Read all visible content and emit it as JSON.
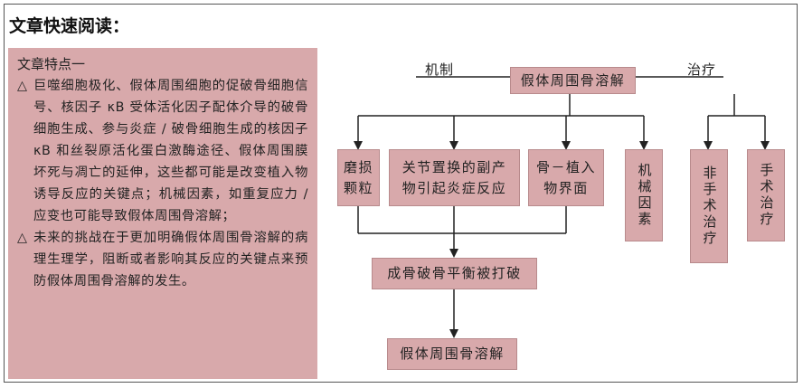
{
  "header": {
    "title": "文章快速阅读："
  },
  "side_panel": {
    "title": "文章特点一",
    "bullet_symbol": "△",
    "points": [
      "巨噬细胞极化、假体周围细胞的促破骨细胞信号、核因子 κB 受体活化因子配体介导的破骨细胞生成、参与炎症 / 破骨细胞生成的核因子 κB 和丝裂原活化蛋白激酶途径、假体周围膜坏死与凋亡的延伸，这些都可能是改变植入物诱导反应的关键点；机械因素，如重复应力 / 应变也可能导致假体周围骨溶解；",
      "未来的挑战在于更加明确假体周围骨溶解的病理生理学，阻断或者影响其反应的关键点来预防假体周围骨溶解的发生。"
    ]
  },
  "diagram": {
    "label_mechanism": "机制",
    "label_treatment": "治疗",
    "top_node": "假体周围骨溶解",
    "mechanism_nodes": [
      "磨损颗粒",
      "关节置换的副产物引起炎症反应",
      "骨－植入物界面",
      "机械因素"
    ],
    "treatment_nodes": [
      "非手术治疗",
      "手术治疗"
    ],
    "imbalance_node": "成骨破骨平衡被打破",
    "result_node": "假体周围骨溶解"
  },
  "colors": {
    "box_fill": "#d8a9ab",
    "line": "#222222",
    "frame": "#555555"
  }
}
